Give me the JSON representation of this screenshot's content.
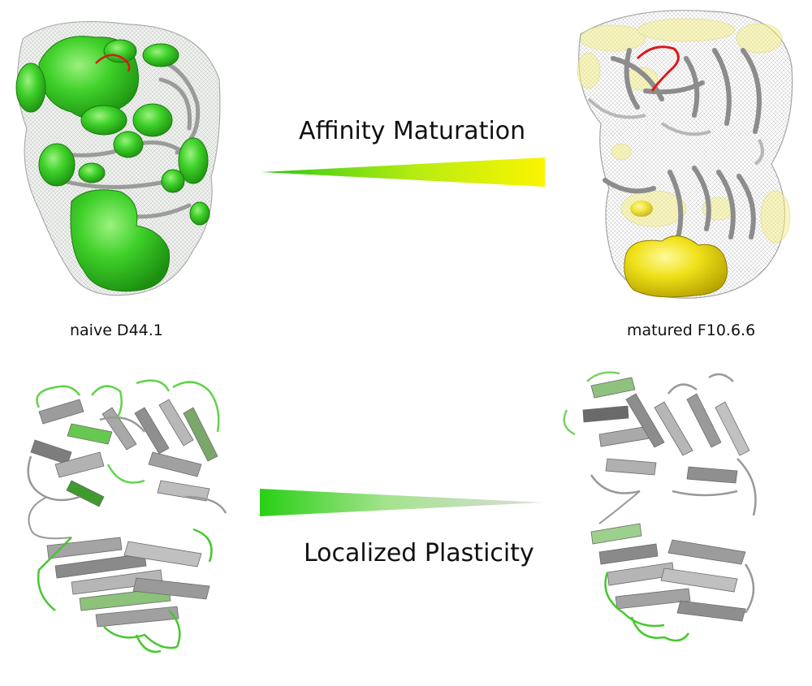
{
  "labels": {
    "top_arrow": "Affinity Maturation",
    "bottom_arrow": "Localized Plasticity",
    "left_structure": "naive D44.1",
    "right_structure": "matured F10.6.6"
  },
  "colors": {
    "naive_green": "#2ec41e",
    "matured_yellow": "#f1ea00",
    "ribbon_gray": "#9a9a9a",
    "loop_red": "#d81a1a",
    "plastic_green": "#5fd44a",
    "wedge_gray": "#d9d9d9"
  }
}
